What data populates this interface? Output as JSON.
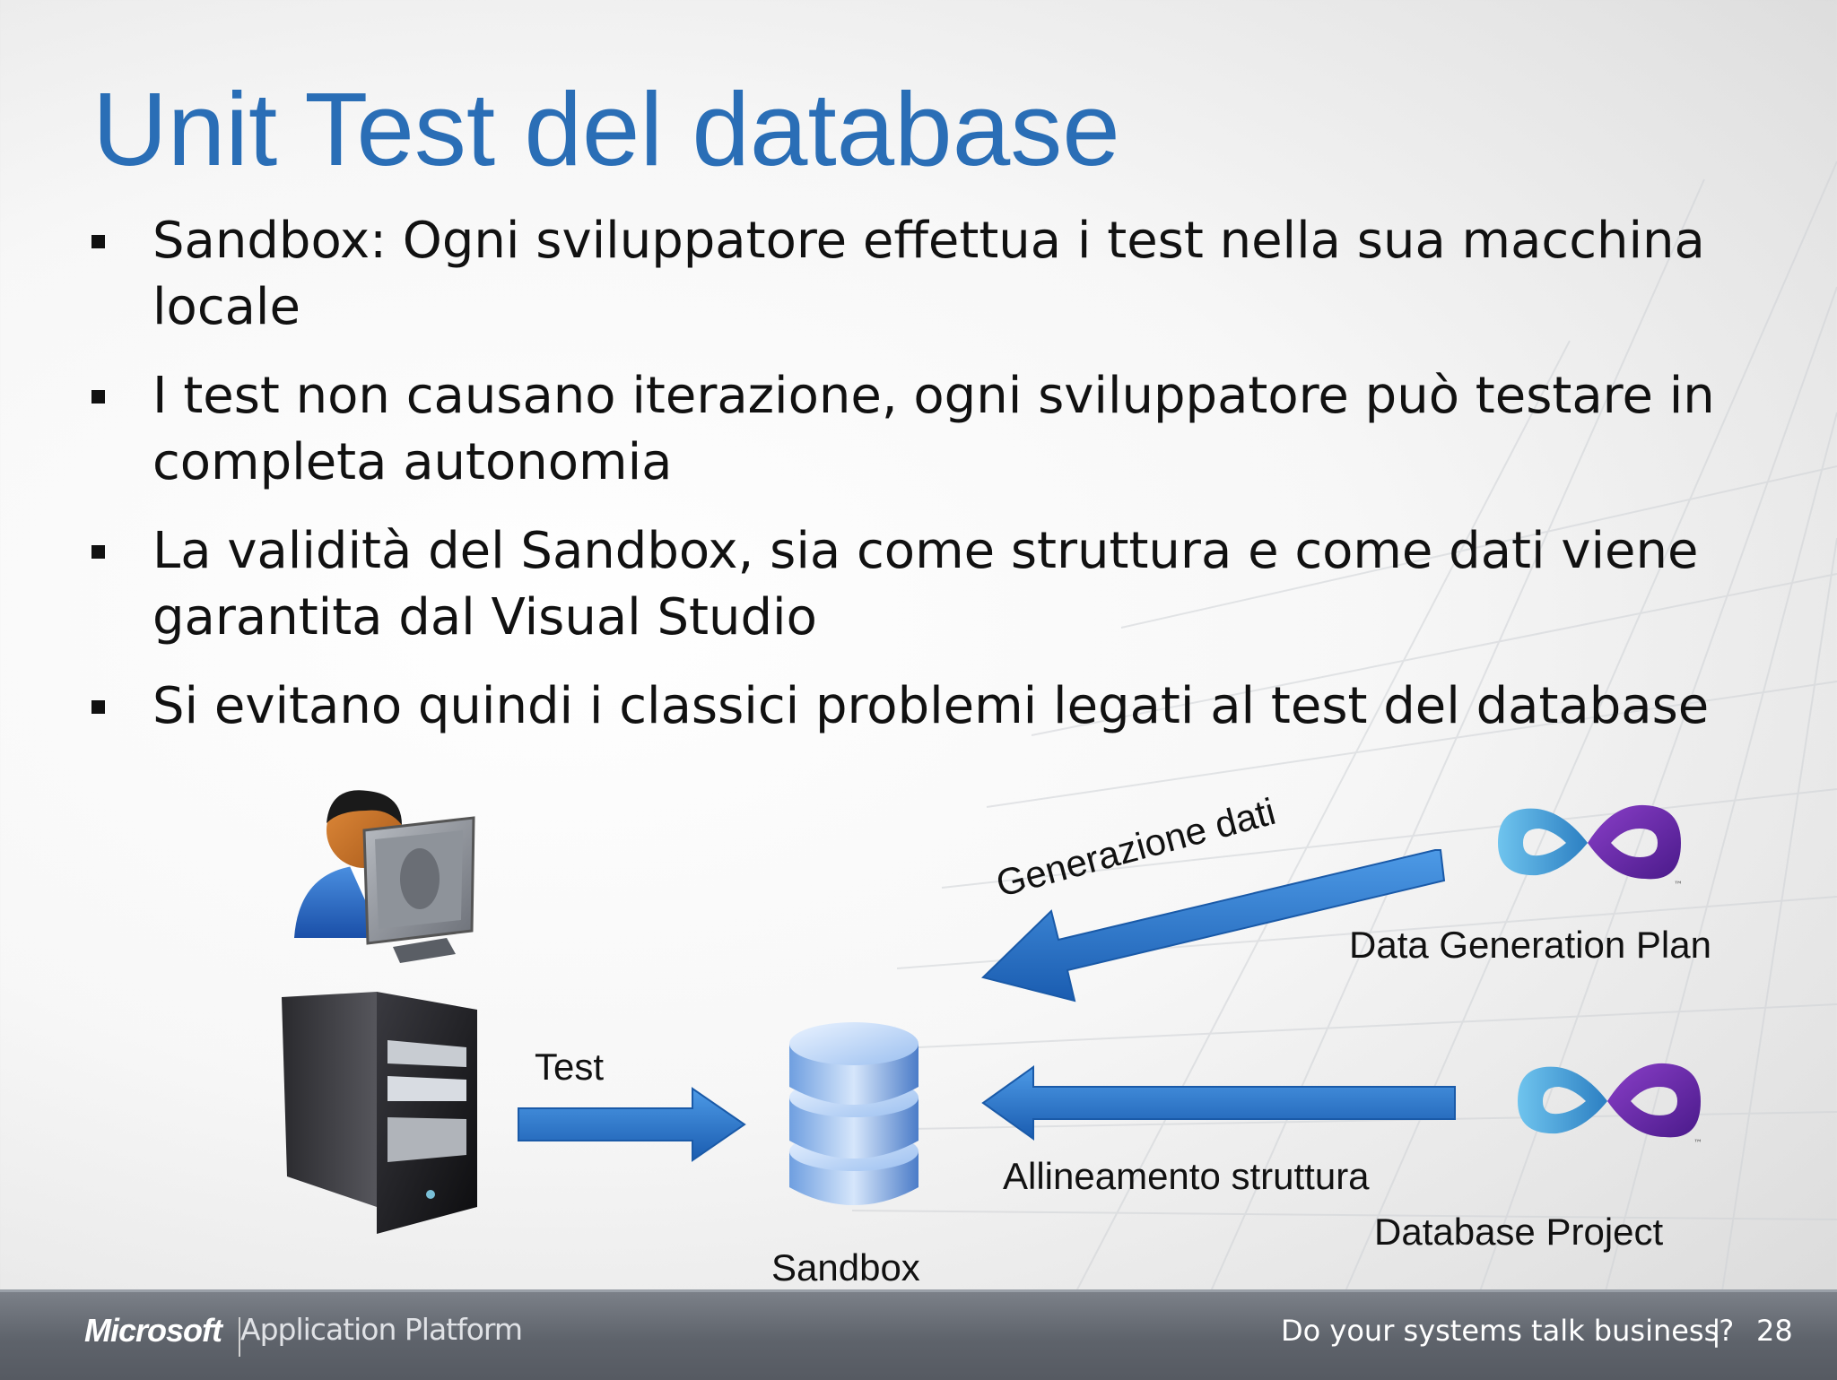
{
  "slide": {
    "title": "Unit Test del database",
    "bullets": [
      {
        "line1": "Sandbox: Ogni sviluppatore effettua i test nella sua macchina",
        "line2": "locale"
      },
      {
        "line1": "I test non causano iterazione, ogni sviluppatore può testare in",
        "line2": "completa autonomia"
      },
      {
        "line1": "La validità del Sandbox, sia come struttura e come dati viene",
        "line2": "garantita dal Visual Studio"
      },
      {
        "line1": "Si evitano quindi i classici problemi legati al test del database",
        "line2": ""
      }
    ]
  },
  "diagram": {
    "test_label": "Test",
    "sandbox_label": "Sandbox",
    "generation_label": "Generazione dati",
    "alignment_label": "Allineamento struttura",
    "data_generation_plan_label": "Data Generation Plan",
    "database_project_label": "Database Project",
    "icons": [
      "developer-icon",
      "computer-tower-icon",
      "database-icon",
      "visual-studio-logo-icon",
      "visual-studio-logo-icon"
    ]
  },
  "footer": {
    "brand": "Microsoft",
    "product": "Application Platform",
    "tagline": "Do your systems talk business?",
    "separator": "|",
    "page_number": "28"
  },
  "colors": {
    "title": "#2a6eb6",
    "arrow_blue": "#1f6fc4",
    "footer_bg": "#5e636b"
  }
}
